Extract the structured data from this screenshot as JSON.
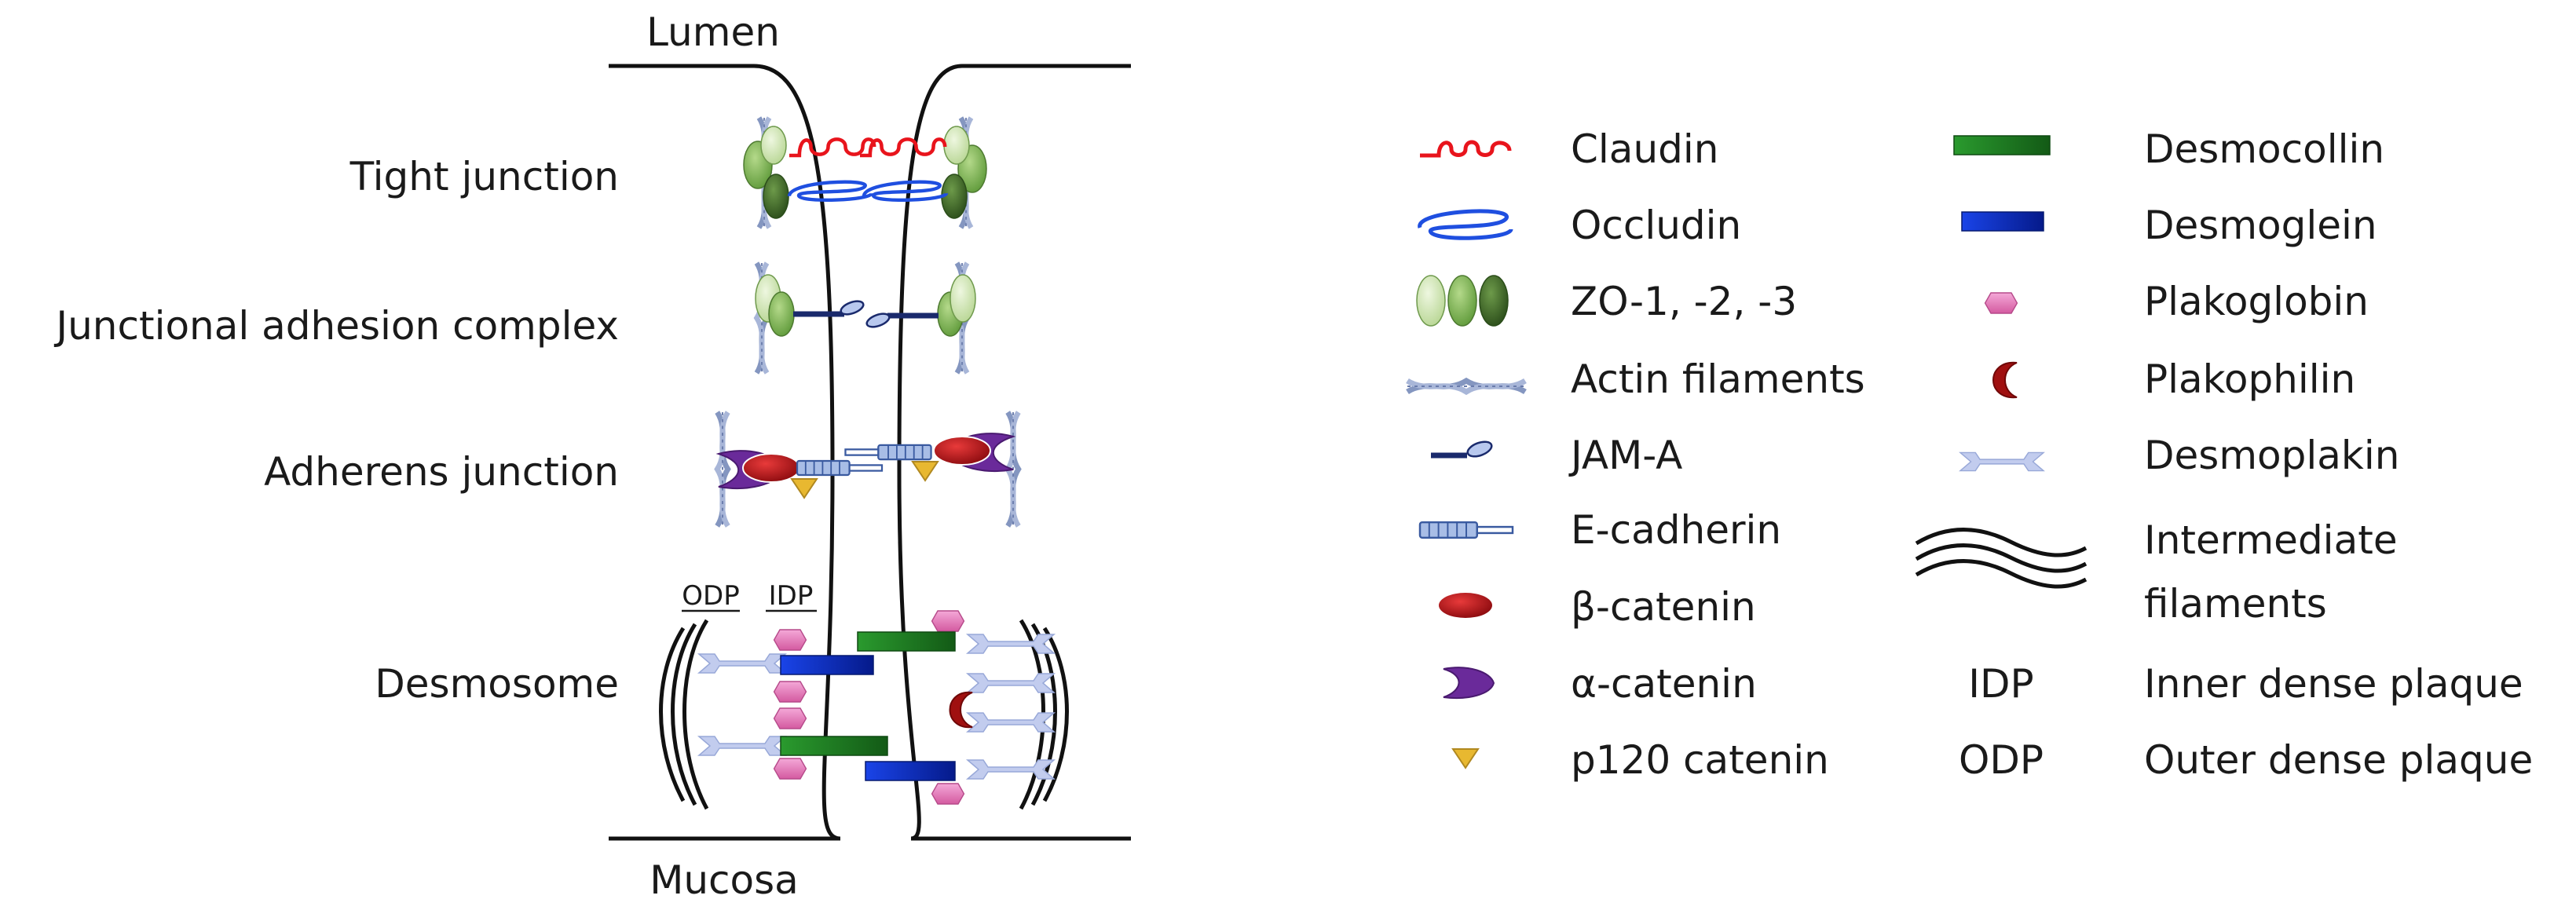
{
  "diagram": {
    "lumen": "Lumen",
    "mucosa": "Mucosa",
    "regions": {
      "tight": "Tight junction",
      "jac": "Junctional adhesion complex",
      "adherens": "Adherens junction",
      "desmosome": "Desmosome"
    },
    "odp_tag": "ODP",
    "idp_tag": "IDP"
  },
  "legend": {
    "left": [
      {
        "icon": "claudin-icon",
        "label": "Claudin"
      },
      {
        "icon": "occludin-icon",
        "label": "Occludin"
      },
      {
        "icon": "zo-icon",
        "label": "ZO-1, -2, -3"
      },
      {
        "icon": "actin-icon",
        "label": "Actin filaments"
      },
      {
        "icon": "jam-a-icon",
        "label": "JAM-A"
      },
      {
        "icon": "e-cadherin-icon",
        "label": "E-cadherin"
      },
      {
        "icon": "beta-catenin-icon",
        "label": "β-catenin"
      },
      {
        "icon": "alpha-catenin-icon",
        "label": "α-catenin"
      },
      {
        "icon": "p120-catenin-icon",
        "label": "p120 catenin"
      }
    ],
    "right": [
      {
        "icon": "desmocollin-icon",
        "label": "Desmocollin"
      },
      {
        "icon": "desmoglein-icon",
        "label": "Desmoglein"
      },
      {
        "icon": "plakoglobin-icon",
        "label": "Plakoglobin"
      },
      {
        "icon": "plakophilin-icon",
        "label": "Plakophilin"
      },
      {
        "icon": "desmoplakin-icon",
        "label": "Desmoplakin"
      },
      {
        "icon": "intermediate-filaments-icon",
        "label": "Intermediate",
        "label2": "filaments"
      },
      {
        "abbr": "IDP",
        "label": "Inner dense plaque"
      },
      {
        "abbr": "ODP",
        "label": "Outer dense plaque"
      }
    ]
  },
  "colors": {
    "claudin": "#e8141c",
    "occludin": "#1f4fe0",
    "zo_light": "#d4e8b8",
    "zo_mid": "#8ebc62",
    "zo_dark": "#3f6b2a",
    "actin": "#8496c0",
    "jam": "#1a2a6c",
    "cadherin": "#a8bde6",
    "beta_catenin": "#b01218",
    "alpha_catenin": "#6a2a9a",
    "p120": "#e8b830",
    "desmocollin": "#1e7a22",
    "desmoglein": "#0a2acc",
    "plakoglobin": "#e07ab8",
    "plakophilin": "#a01010",
    "desmoplakin": "#c2ccee"
  }
}
